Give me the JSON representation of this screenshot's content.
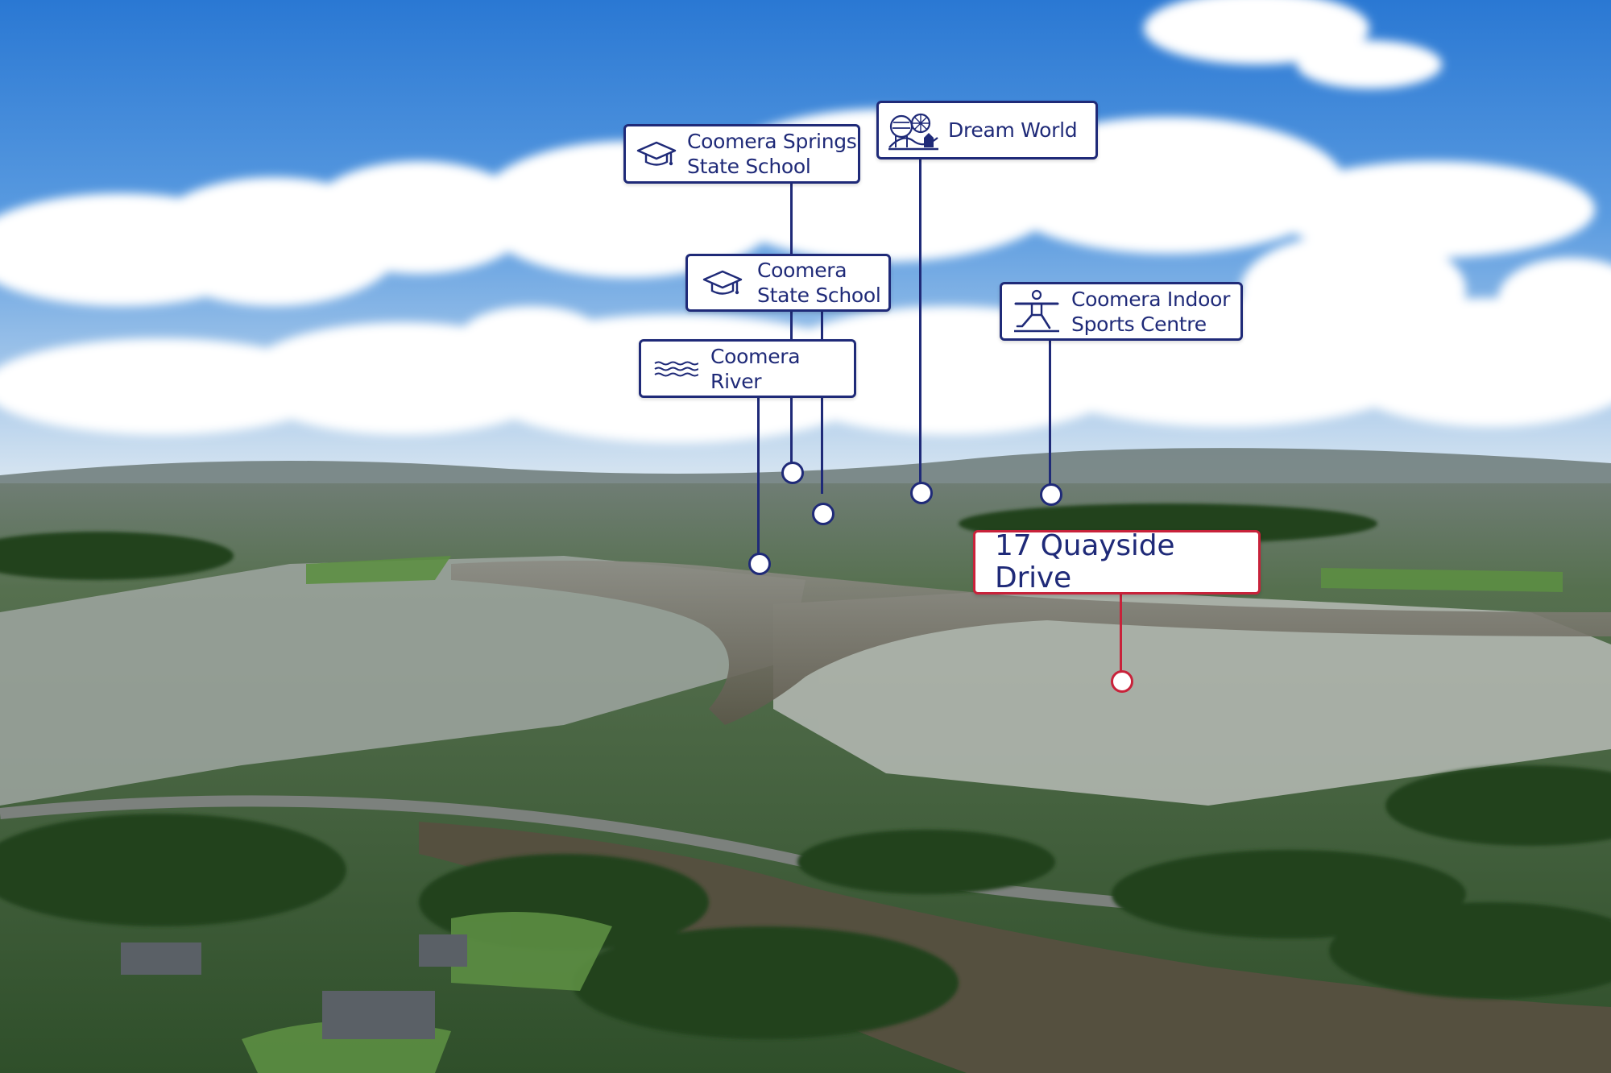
{
  "labels": {
    "coomera_springs": {
      "line1": "Coomera Springs",
      "line2": "State School",
      "icon": "graduation-cap-icon"
    },
    "dream_world": {
      "line1": "Dream World",
      "icon": "theme-park-icon"
    },
    "coomera_state": {
      "line1": "Coomera",
      "line2": "State School",
      "icon": "graduation-cap-icon"
    },
    "coomera_indoor": {
      "line1": "Coomera Indoor",
      "line2": "Sports Centre",
      "icon": "yoga-person-icon"
    },
    "coomera_river": {
      "line1": "Coomera River",
      "icon": "water-waves-icon"
    },
    "property": {
      "line1": "17 Quayside Drive"
    }
  },
  "colors": {
    "navy": "#1f2a78",
    "red": "#c8223a",
    "sky_top": "#2f7fd6",
    "sky_horizon": "#cfe1f2",
    "river": "#5d5a4b",
    "vegetation": "#2f5a2c"
  }
}
